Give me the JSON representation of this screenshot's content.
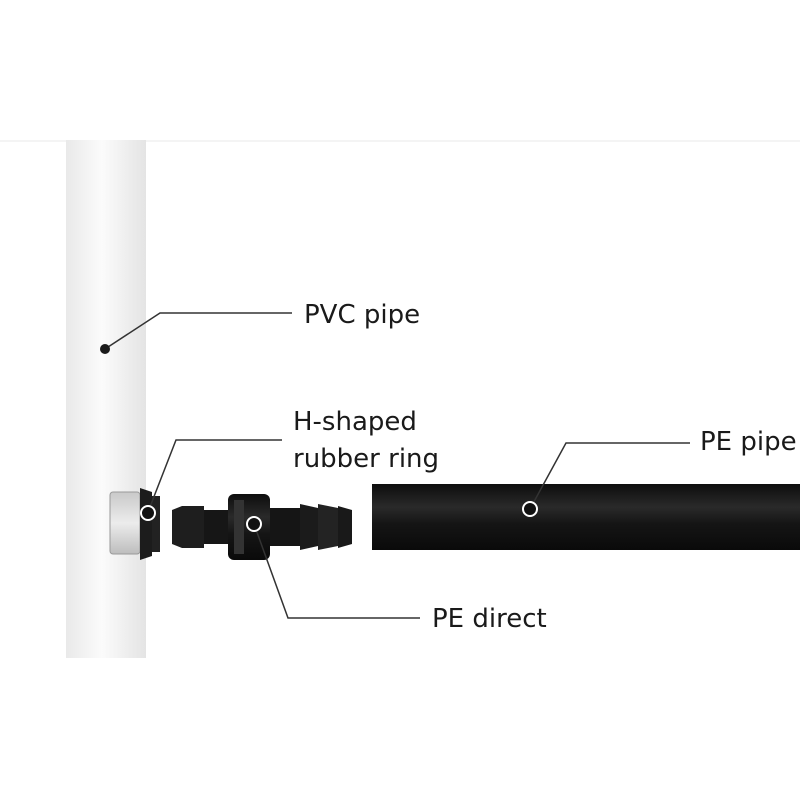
{
  "labels": {
    "pvc_pipe": "PVC pipe",
    "rubber_ring_line1": "H-shaped",
    "rubber_ring_line2": "rubber ring",
    "pe_pipe": "PE pipe",
    "pe_direct": "PE direct"
  },
  "colors": {
    "background": "#ffffff",
    "pvc_pipe": "#f3f3f3",
    "pe_black": "#1c1c1c",
    "ring_grey": "#d8d8d8",
    "leader_line": "#333333",
    "text": "#1a1a1a"
  }
}
